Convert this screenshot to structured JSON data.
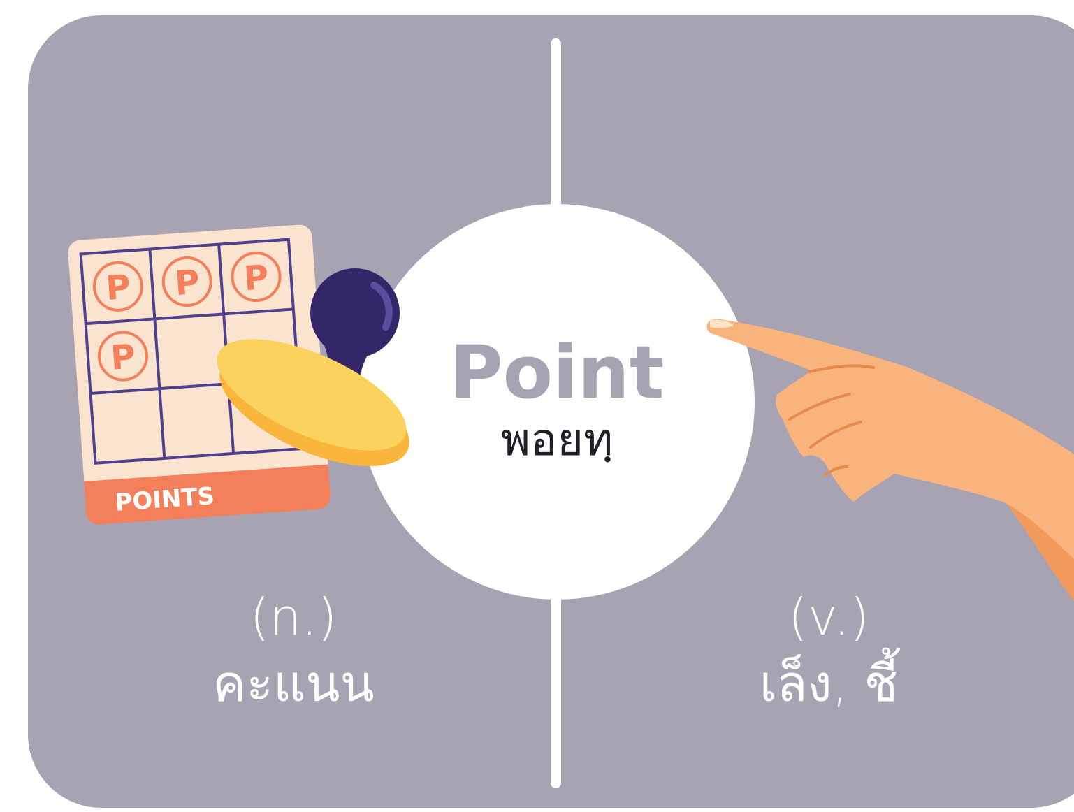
{
  "word": {
    "english": "Point",
    "thai_reading": "พอยทฺ"
  },
  "noun": {
    "pos": "(n.)",
    "meaning": "คะแนน"
  },
  "verb": {
    "pos": "(v.)",
    "meaning": "เล็ง, ชี้"
  },
  "illustration": {
    "card_label": "POINTS",
    "stamp_letter": "P"
  },
  "colors": {
    "background": "#a7a3b2",
    "circle": "#ffffff",
    "accent_orange": "#f47f5b",
    "card_fill": "#fae3cf",
    "grid_line": "#4f3f8f",
    "stamp_handle": "#33276a",
    "stamp_base": "#f9b53c",
    "skin": "#f8b47c"
  }
}
